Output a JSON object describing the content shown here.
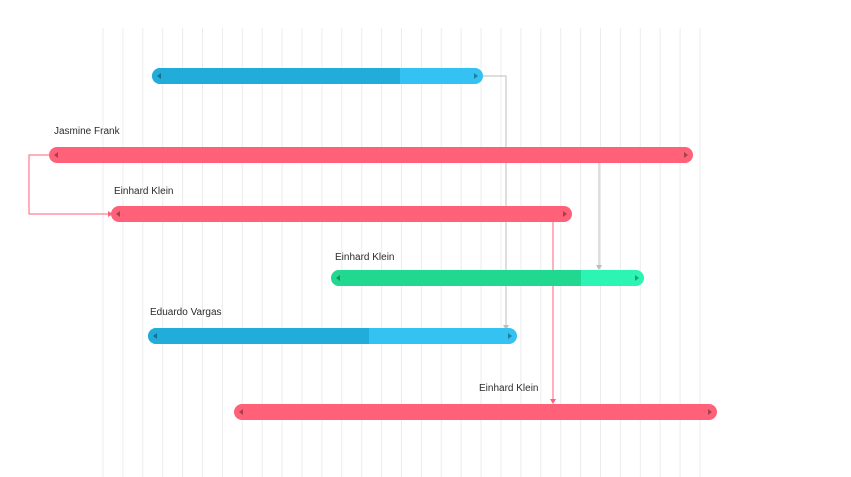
{
  "colors": {
    "blue": "#33c2f2",
    "blue_progress": "#22acd9",
    "red": "#ff6178",
    "green": "#2cf4b2",
    "green_progress": "#21d890",
    "grid": "#ececec",
    "link_gray": "#bdbdbd",
    "link_red": "#ff6178"
  },
  "tasks": [
    {
      "id": "t1",
      "label": "",
      "color": "blue",
      "progress": 0.75
    },
    {
      "id": "t2",
      "label": "Jasmine Frank",
      "color": "red",
      "progress": 0
    },
    {
      "id": "t3",
      "label": "Einhard Klein",
      "color": "red",
      "progress": 0
    },
    {
      "id": "t4",
      "label": "Einhard Klein",
      "color": "green",
      "progress": 0.8
    },
    {
      "id": "t5",
      "label": "Eduardo Vargas",
      "color": "blue",
      "progress": 0.6
    },
    {
      "id": "t6",
      "label": "Einhard Klein",
      "color": "red",
      "progress": 0
    }
  ],
  "icons": {
    "left_handle": "caret-left-icon",
    "right_handle": "caret-right-icon"
  }
}
